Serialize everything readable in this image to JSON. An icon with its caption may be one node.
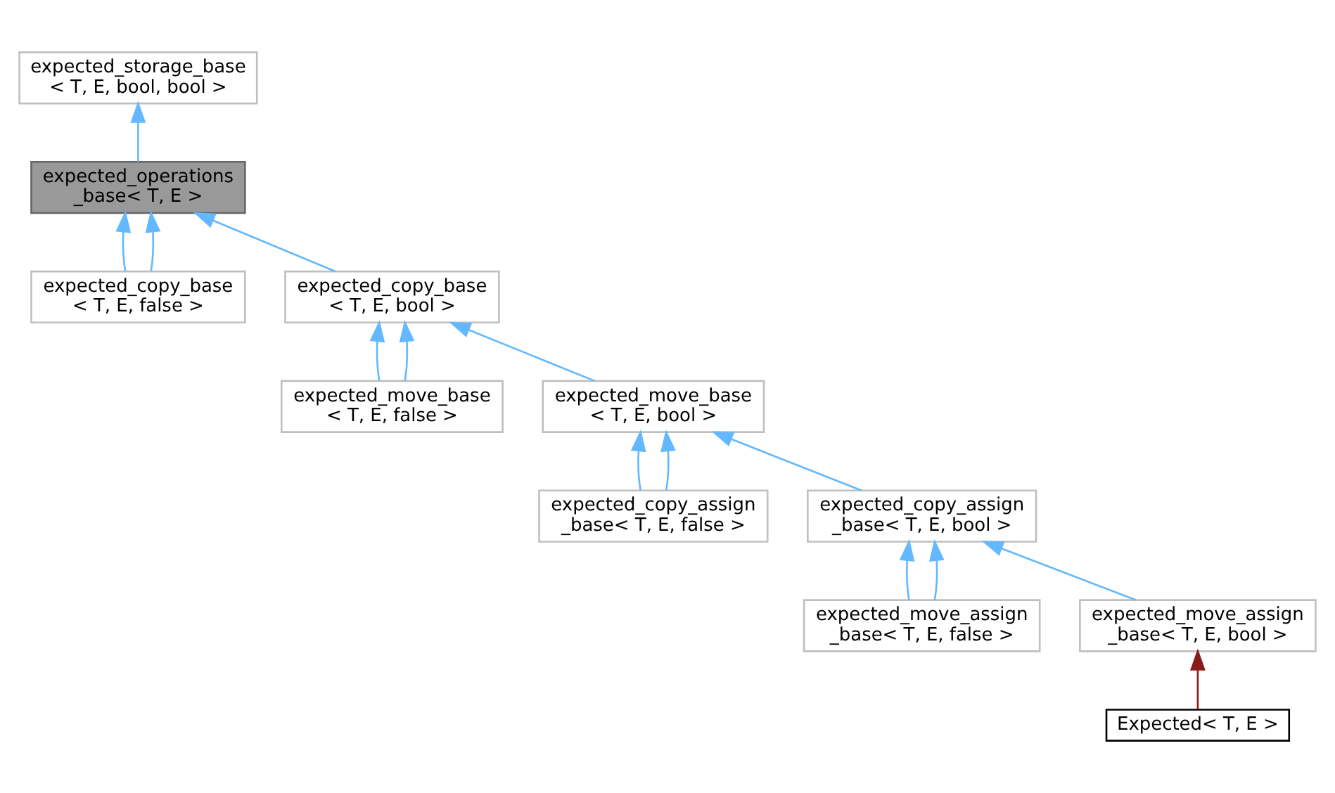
{
  "diagram": {
    "nodes": [
      {
        "text": [
          "expected_storage_base < T, E, bool, bool >"
        ]
      },
      {
        "text": [
          "expected_operations _base< T, E >"
        ]
      },
      {
        "text": [
          "expected_copy_base < T, E, false >"
        ]
      },
      {
        "text": [
          "expected_copy_base < T, E, bool >"
        ]
      },
      {
        "text": [
          "expected_move_base < T, E, false >"
        ]
      },
      {
        "text": [
          "expected_move_base < T, E, bool >"
        ]
      },
      {
        "text": [
          "expected_copy_assign _base< T, E, false >"
        ]
      },
      {
        "text": [
          "expected_copy_assign _base< T, E, bool >"
        ]
      },
      {
        "text": [
          "expected_move_assign _base< T, E, false >"
        ]
      },
      {
        "text": [
          "expected_move_assign _base< T, E, bool >"
        ]
      },
      {
        "text": [
          "Expected< T, E >"
        ]
      }
    ],
    "edges": [
      {
        "from": 1,
        "to": 0,
        "arrow": "to"
      },
      {
        "from": 2,
        "to": 1,
        "arrow": "to"
      },
      {
        "from": 2,
        "to": 1,
        "arrow": "to"
      },
      {
        "from": 3,
        "to": 1,
        "arrow": "to"
      },
      {
        "from": 4,
        "to": 3,
        "arrow": "to"
      },
      {
        "from": 4,
        "to": 3,
        "arrow": "to"
      },
      {
        "from": 5,
        "to": 3,
        "arrow": "to"
      },
      {
        "from": 6,
        "to": 5,
        "arrow": "to"
      },
      {
        "from": 6,
        "to": 5,
        "arrow": "to"
      },
      {
        "from": 7,
        "to": 5,
        "arrow": "to"
      },
      {
        "from": 8,
        "to": 7,
        "arrow": "to"
      },
      {
        "from": 8,
        "to": 7,
        "arrow": "to"
      },
      {
        "from": 9,
        "to": 7,
        "arrow": "to"
      },
      {
        "from": 10,
        "to": 9,
        "arrow": "to",
        "color": "#8b1a1a"
      }
    ]
  }
}
